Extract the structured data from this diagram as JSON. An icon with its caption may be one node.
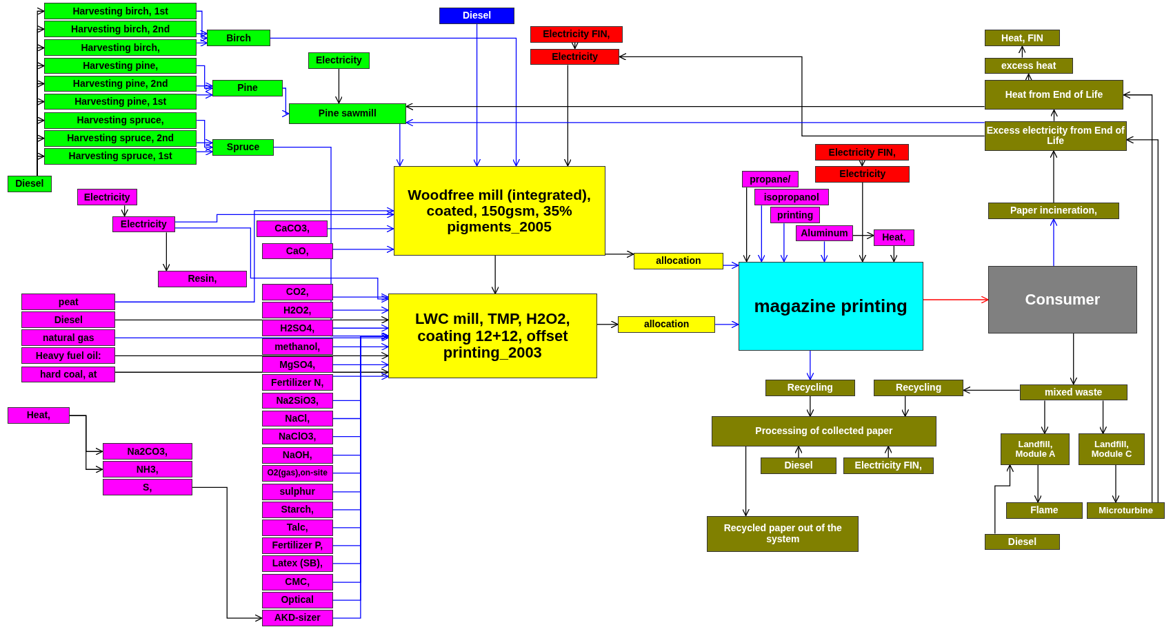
{
  "diagram": {
    "nodes": [
      {
        "text": [
          "Harvesting birch, 1st"
        ]
      },
      {
        "text": [
          "Harvesting birch, 2nd"
        ]
      },
      {
        "text": [
          "Harvesting birch,"
        ]
      },
      {
        "text": [
          "Harvesting pine,"
        ]
      },
      {
        "text": [
          "Harvesting pine, 2nd"
        ]
      },
      {
        "text": [
          "Harvesting pine, 1st"
        ]
      },
      {
        "text": [
          "Harvesting spruce,"
        ]
      },
      {
        "text": [
          "Harvesting spruce, 2nd"
        ]
      },
      {
        "text": [
          "Harvesting spruce, 1st"
        ]
      },
      {
        "text": [
          "Birch"
        ]
      },
      {
        "text": [
          "Pine"
        ]
      },
      {
        "text": [
          "Spruce"
        ]
      },
      {
        "text": [
          "Electricity"
        ]
      },
      {
        "text": [
          "Pine sawmill"
        ]
      },
      {
        "text": [
          "Diesel"
        ]
      },
      {
        "text": [
          "Diesel"
        ]
      },
      {
        "text": [
          "Electricity FIN,"
        ]
      },
      {
        "text": [
          "Electricity"
        ]
      },
      {
        "text": [
          "Electricity"
        ]
      },
      {
        "text": [
          "Electricity"
        ]
      },
      {
        "text": [
          "Resin,"
        ]
      },
      {
        "text": [
          "peat"
        ]
      },
      {
        "text": [
          "Diesel"
        ]
      },
      {
        "text": [
          "natural gas"
        ]
      },
      {
        "text": [
          "Heavy fuel oil:"
        ]
      },
      {
        "text": [
          "hard coal, at"
        ]
      },
      {
        "text": [
          "Heat,"
        ]
      },
      {
        "text": [
          "Na2CO3,"
        ]
      },
      {
        "text": [
          "NH3,"
        ]
      },
      {
        "text": [
          "S,"
        ]
      },
      {
        "text": [
          "CaCO3,"
        ]
      },
      {
        "text": [
          "CaO,"
        ]
      },
      {
        "text": [
          "CO2,"
        ]
      },
      {
        "text": [
          "H2O2,"
        ]
      },
      {
        "text": [
          "H2SO4,"
        ]
      },
      {
        "text": [
          "methanol,"
        ]
      },
      {
        "text": [
          "MgSO4,"
        ]
      },
      {
        "text": [
          "Fertilizer N,"
        ]
      },
      {
        "text": [
          "Na2SiO3,"
        ]
      },
      {
        "text": [
          "NaCl,"
        ]
      },
      {
        "text": [
          "NaClO3,"
        ]
      },
      {
        "text": [
          "NaOH,"
        ]
      },
      {
        "text": [
          "O2(gas),on-site"
        ]
      },
      {
        "text": [
          "sulphur"
        ]
      },
      {
        "text": [
          "Starch,"
        ]
      },
      {
        "text": [
          "Talc,"
        ]
      },
      {
        "text": [
          "Fertilizer P,"
        ]
      },
      {
        "text": [
          "Latex (SB),"
        ]
      },
      {
        "text": [
          "CMC,"
        ]
      },
      {
        "text": [
          "Optical"
        ]
      },
      {
        "text": [
          "AKD-sizer"
        ]
      },
      {
        "text": [
          "Woodfree mill (integrated), coated, 150gsm, 35% pigments_2005"
        ]
      },
      {
        "text": [
          "LWC mill, TMP, H2O2, coating 12+12, offset printing_2003"
        ]
      },
      {
        "text": [
          "allocation"
        ]
      },
      {
        "text": [
          "allocation"
        ]
      },
      {
        "text": [
          "magazine printing"
        ]
      },
      {
        "text": [
          "Consumer"
        ]
      },
      {
        "text": [
          "propane/"
        ]
      },
      {
        "text": [
          "isopropanol"
        ]
      },
      {
        "text": [
          "printing"
        ]
      },
      {
        "text": [
          "Aluminum"
        ]
      },
      {
        "text": [
          "Heat,"
        ]
      },
      {
        "text": [
          "Electricity FIN,"
        ]
      },
      {
        "text": [
          "Electricity"
        ]
      },
      {
        "text": [
          "Heat, FIN"
        ]
      },
      {
        "text": [
          "excess heat"
        ]
      },
      {
        "text": [
          "Heat from End of Life"
        ]
      },
      {
        "text": [
          "Excess electricity from End of Life"
        ]
      },
      {
        "text": [
          "Paper incineration,"
        ]
      },
      {
        "text": [
          "mixed waste"
        ]
      },
      {
        "text": [
          "Recycling"
        ]
      },
      {
        "text": [
          "Recycling"
        ]
      },
      {
        "text": [
          "Processing of collected paper"
        ]
      },
      {
        "text": [
          "Diesel"
        ]
      },
      {
        "text": [
          "Electricity FIN,"
        ]
      },
      {
        "text": [
          "Recycled paper out of the system"
        ]
      },
      {
        "text": [
          "Landfill, Module A"
        ]
      },
      {
        "text": [
          "Landfill, Module C"
        ]
      },
      {
        "text": [
          "Flame"
        ]
      },
      {
        "text": [
          "Microturbine"
        ]
      },
      {
        "text": [
          "Diesel"
        ]
      }
    ],
    "edges": [
      {
        "from": 0,
        "to": 9,
        "arrow": "to",
        "color": "#0000ff"
      },
      {
        "from": 1,
        "to": 9,
        "arrow": "to",
        "color": "#0000ff"
      },
      {
        "from": 2,
        "to": 9,
        "arrow": "to",
        "color": "#0000ff"
      },
      {
        "from": 3,
        "to": 10,
        "arrow": "to",
        "color": "#0000ff"
      },
      {
        "from": 4,
        "to": 10,
        "arrow": "to",
        "color": "#0000ff"
      },
      {
        "from": 5,
        "to": 10,
        "arrow": "to",
        "color": "#0000ff"
      },
      {
        "from": 6,
        "to": 11,
        "arrow": "to",
        "color": "#0000ff"
      },
      {
        "from": 7,
        "to": 11,
        "arrow": "to",
        "color": "#0000ff"
      },
      {
        "from": 8,
        "to": 11,
        "arrow": "to",
        "color": "#0000ff"
      },
      {
        "from": 14,
        "to": 0,
        "arrow": "to"
      },
      {
        "from": 14,
        "to": 1,
        "arrow": "to"
      },
      {
        "from": 14,
        "to": 2,
        "arrow": "to"
      },
      {
        "from": 14,
        "to": 3,
        "arrow": "to"
      },
      {
        "from": 14,
        "to": 4,
        "arrow": "to"
      },
      {
        "from": 14,
        "to": 5,
        "arrow": "to"
      },
      {
        "from": 14,
        "to": 6,
        "arrow": "to"
      },
      {
        "from": 14,
        "to": 7,
        "arrow": "to"
      },
      {
        "from": 14,
        "to": 8,
        "arrow": "to"
      },
      {
        "from": 9,
        "to": 51,
        "arrow": "to",
        "color": "#0000ff"
      },
      {
        "from": 10,
        "to": 13,
        "arrow": "to",
        "color": "#0000ff"
      },
      {
        "from": 11,
        "to": 52,
        "arrow": "to",
        "color": "#0000ff"
      },
      {
        "from": 12,
        "to": 13,
        "arrow": "to"
      },
      {
        "from": 13,
        "to": 51,
        "arrow": "to",
        "color": "#0000ff"
      },
      {
        "from": 15,
        "to": 51,
        "arrow": "to",
        "color": "#0000ff"
      },
      {
        "from": 16,
        "to": 17,
        "arrow": "to"
      },
      {
        "from": 17,
        "to": 51,
        "arrow": "to"
      },
      {
        "from": 51,
        "to": 52,
        "arrow": "to"
      },
      {
        "from": 18,
        "to": 19,
        "arrow": "to"
      },
      {
        "from": 19,
        "to": 20,
        "arrow": "to"
      },
      {
        "from": 19,
        "to": 51,
        "arrow": "to",
        "color": "#0000ff"
      },
      {
        "from": 19,
        "to": 52,
        "arrow": "to",
        "color": "#0000ff"
      },
      {
        "from": 21,
        "to": 51,
        "arrow": "to",
        "color": "#0000ff"
      },
      {
        "from": 22,
        "to": 52,
        "arrow": "to"
      },
      {
        "from": 23,
        "to": 52,
        "arrow": "to",
        "color": "#0000ff"
      },
      {
        "from": 24,
        "to": 52,
        "arrow": "to"
      },
      {
        "from": 25,
        "to": 52,
        "arrow": "to"
      },
      {
        "from": 26,
        "to": 27,
        "arrow": "to"
      },
      {
        "from": 26,
        "to": 28,
        "arrow": "to"
      },
      {
        "from": 29,
        "to": 50,
        "arrow": "to"
      },
      {
        "from": 30,
        "to": 51,
        "arrow": "to",
        "color": "#0000ff"
      },
      {
        "from": 31,
        "to": 51,
        "arrow": "to",
        "color": "#0000ff"
      },
      {
        "from": 32,
        "to": 52,
        "arrow": "to",
        "color": "#0000ff"
      },
      {
        "from": 33,
        "to": 52,
        "arrow": "to",
        "color": "#0000ff"
      },
      {
        "from": 34,
        "to": 52,
        "arrow": "to",
        "color": "#0000ff"
      },
      {
        "from": 35,
        "to": 52,
        "arrow": "to",
        "color": "#0000ff"
      },
      {
        "from": 36,
        "to": 52,
        "arrow": "to",
        "color": "#0000ff"
      },
      {
        "from": 37,
        "to": 52,
        "arrow": "to",
        "color": "#0000ff"
      },
      {
        "from": 38,
        "to": 52,
        "arrow": "to",
        "color": "#0000ff"
      },
      {
        "from": 39,
        "to": 52,
        "arrow": "to",
        "color": "#0000ff"
      },
      {
        "from": 40,
        "to": 52,
        "arrow": "to",
        "color": "#0000ff"
      },
      {
        "from": 41,
        "to": 52,
        "arrow": "to",
        "color": "#0000ff"
      },
      {
        "from": 42,
        "to": 52,
        "arrow": "to",
        "color": "#0000ff"
      },
      {
        "from": 43,
        "to": 52,
        "arrow": "to",
        "color": "#0000ff"
      },
      {
        "from": 44,
        "to": 52,
        "arrow": "to",
        "color": "#0000ff"
      },
      {
        "from": 45,
        "to": 52,
        "arrow": "to",
        "color": "#0000ff"
      },
      {
        "from": 46,
        "to": 52,
        "arrow": "to",
        "color": "#0000ff"
      },
      {
        "from": 47,
        "to": 52,
        "arrow": "to",
        "color": "#0000ff"
      },
      {
        "from": 48,
        "to": 52,
        "arrow": "to",
        "color": "#0000ff"
      },
      {
        "from": 49,
        "to": 52,
        "arrow": "to",
        "color": "#0000ff"
      },
      {
        "from": 50,
        "to": 52,
        "arrow": "to",
        "color": "#0000ff"
      },
      {
        "from": 51,
        "to": 53,
        "arrow": "to"
      },
      {
        "from": 52,
        "to": 54,
        "arrow": "to"
      },
      {
        "from": 53,
        "to": 55,
        "arrow": "to",
        "color": "#0000ff"
      },
      {
        "from": 54,
        "to": 55,
        "arrow": "to",
        "color": "#0000ff"
      },
      {
        "from": 55,
        "to": 56,
        "arrow": "to",
        "color": "#ff0000"
      },
      {
        "from": 57,
        "to": 55,
        "arrow": "to"
      },
      {
        "from": 58,
        "to": 55,
        "arrow": "to",
        "color": "#0000ff"
      },
      {
        "from": 59,
        "to": 55,
        "arrow": "to",
        "color": "#0000ff"
      },
      {
        "from": 60,
        "to": 55,
        "arrow": "to",
        "color": "#0000ff"
      },
      {
        "from": 60,
        "to": 61,
        "arrow": "to"
      },
      {
        "from": 61,
        "to": 55,
        "arrow": "to"
      },
      {
        "from": 62,
        "to": 63,
        "arrow": "to"
      },
      {
        "from": 63,
        "to": 55,
        "arrow": "to"
      },
      {
        "from": 56,
        "to": 68,
        "arrow": "to",
        "color": "#0000ff"
      },
      {
        "from": 68,
        "to": 67,
        "arrow": "to"
      },
      {
        "from": 67,
        "to": 66,
        "arrow": "to"
      },
      {
        "from": 66,
        "to": 65,
        "arrow": "to"
      },
      {
        "from": 65,
        "to": 64,
        "arrow": "to"
      },
      {
        "from": 67,
        "to": 17,
        "arrow": "to"
      },
      {
        "from": 67,
        "to": 13,
        "arrow": "to",
        "color": "#0000ff"
      },
      {
        "from": 66,
        "to": 13,
        "arrow": "to"
      },
      {
        "from": 56,
        "to": 69,
        "arrow": "to"
      },
      {
        "from": 69,
        "to": 71,
        "arrow": "to"
      },
      {
        "from": 69,
        "to": 76,
        "arrow": "to"
      },
      {
        "from": 69,
        "to": 77,
        "arrow": "to"
      },
      {
        "from": 55,
        "to": 70,
        "arrow": "to",
        "color": "#0000ff"
      },
      {
        "from": 70,
        "to": 72,
        "arrow": "to"
      },
      {
        "from": 71,
        "to": 72,
        "arrow": "to"
      },
      {
        "from": 73,
        "to": 72,
        "arrow": "to"
      },
      {
        "from": 74,
        "to": 72,
        "arrow": "to"
      },
      {
        "from": 72,
        "to": 75,
        "arrow": "to"
      },
      {
        "from": 76,
        "to": 78,
        "arrow": "to"
      },
      {
        "from": 77,
        "to": 79,
        "arrow": "to"
      },
      {
        "from": 80,
        "to": 76,
        "arrow": "to"
      },
      {
        "from": 79,
        "to": 66,
        "arrow": "to"
      },
      {
        "from": 79,
        "to": 67,
        "arrow": "to"
      }
    ]
  }
}
